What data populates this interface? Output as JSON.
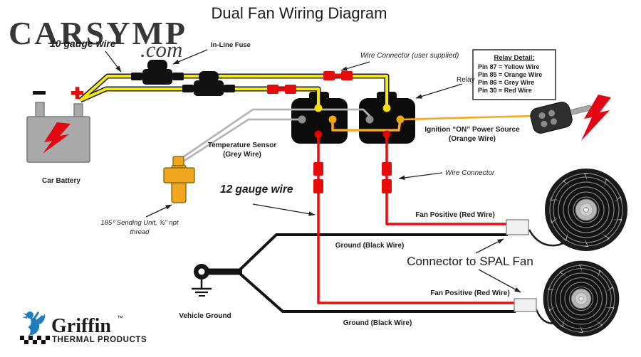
{
  "title": "Dual Fan Wiring Diagram",
  "watermark": {
    "brand": "CARSYMP",
    "domain": ".com"
  },
  "labels": {
    "wire_gauge_10": "10 gauge wire",
    "inline_fuse": "In-Line Fuse",
    "wire_connector_user_supplied": "Wire Connector (user supplied)",
    "relay": "Relay",
    "ignition_line1": "Ignition “ON” Power Source",
    "ignition_line2": "(Orange Wire)",
    "temp_sensor_line1": "Temperature Sensor",
    "temp_sensor_line2": "(Grey Wire)",
    "car_battery": "Car Battery",
    "sending_unit_line1": "185⁰ Sending Unit, ¾\" npt",
    "sending_unit_line2": "thread",
    "wire_gauge_12": "12 gauge wire",
    "wire_connector": "Wire Connector",
    "fan_positive_top": "Fan Positive (Red Wire)",
    "ground_top": "Ground (Black Wire)",
    "connector_spal": "Connector to SPAL Fan",
    "fan_positive_bottom": "Fan Positive (Red Wire)",
    "ground_bottom": "Ground (Black Wire)",
    "vehicle_ground": "Vehicle Ground"
  },
  "relay_detail": {
    "title": "Relay Detail:",
    "pins": [
      "Pin 87 = Yellow Wire",
      "Pin 85 = Orange Wire",
      "Pin 86 = Grey Wire",
      "Pin 30 = Red Wire"
    ]
  },
  "logo": {
    "brand": "Griffin",
    "tm": "™",
    "tagline": "THERMAL PRODUCTS"
  },
  "colors": {
    "wire_yellow": "#F5E90A",
    "wire_orange": "#F5A81C",
    "wire_grey": "#B5B5B5",
    "wire_red": "#E60F0F",
    "wire_black": "#141414",
    "battery_grey": "#A9A9A9",
    "sensor_amber": "#F0A61E",
    "connector_red": "#E60C0C",
    "bolt_red": "#E30613",
    "logo_blue": "#1E7CC0",
    "watermark_grey": "#8C98AA",
    "watermark_yellow": "#E3C52F"
  }
}
